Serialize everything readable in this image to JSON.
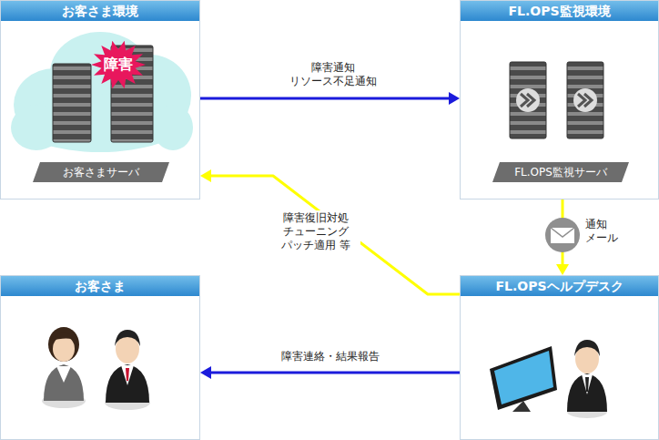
{
  "diagram": {
    "nodes": [
      {
        "text": [
          "お客さま環境"
        ]
      },
      {
        "text": [
          "障害"
        ],
        "in": 0
      },
      {
        "text": [
          "お客さまサーバ"
        ],
        "in": 0
      },
      {
        "text": [
          "FL.OPS監視環境"
        ]
      },
      {
        "text": [
          "FL.OPS監視サーバ"
        ],
        "in": 3
      },
      {
        "text": [
          "お客さま"
        ]
      },
      {
        "text": [
          "FL.OPSヘルプデスク"
        ]
      }
    ],
    "edges": [
      {
        "from": 0,
        "to": 3,
        "arrow": "to",
        "label": "障害通知 リソース不足通知"
      },
      {
        "from": 3,
        "to": 6,
        "arrow": "to",
        "label": "通知 メール"
      },
      {
        "from": 6,
        "to": 0,
        "arrow": "to",
        "label": "障害復旧対処 チューニング パッチ適用 等"
      },
      {
        "from": 6,
        "to": 5,
        "arrow": "to",
        "label": "障害連絡・結果報告"
      }
    ]
  }
}
